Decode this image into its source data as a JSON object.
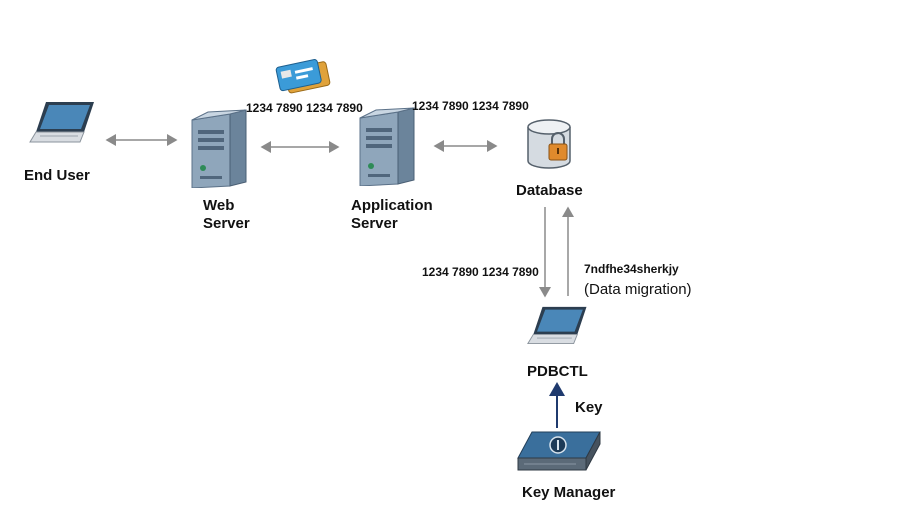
{
  "nodes": {
    "end_user": "End User",
    "web_server": [
      "Web",
      "Server"
    ],
    "app_server": [
      "Application",
      "Server"
    ],
    "database": "Database",
    "pdbctl": "PDBCTL",
    "key_manager": "Key Manager"
  },
  "labels": {
    "web_to_app_data": "1234 7890 1234 7890",
    "app_to_db_data": "1234 7890 1234 7890",
    "db_to_pdbctl_data": "1234 7890 1234 7890",
    "encrypted_data": "7ndfhe34sherkjy",
    "migration_note": "(Data migration)",
    "key_label": "Key"
  },
  "icons": {
    "end_user": "laptop-icon",
    "web_server": "server-tower-icon",
    "app_server": "server-tower-icon",
    "database": "database-lock-icon",
    "credit_cards": "credit-card-icon",
    "pdbctl": "laptop-icon",
    "key_manager": "key-manager-appliance-icon"
  },
  "colors": {
    "arrow": "#8a8a8a",
    "key_arrow": "#1f3a6e",
    "server": "#9fb3c5"
  }
}
